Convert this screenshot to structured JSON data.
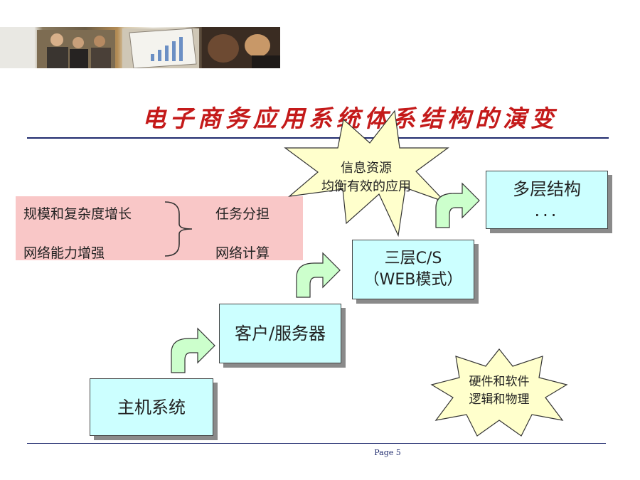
{
  "slide": {
    "title": "电子商务应用系统体系结构的演变",
    "page_label": "Page 5"
  },
  "factors": {
    "left": [
      "规模和复杂度增长",
      "网络能力增强"
    ],
    "right": [
      "任务分担",
      "网络计算"
    ]
  },
  "stages": {
    "mainframe": "主机系统",
    "client_server": "客户/服务器",
    "three_tier_line1": "三层C/S",
    "three_tier_line2": "（WEB模式）",
    "multi_tier_line1": "多层结构",
    "multi_tier_line2": "..."
  },
  "callouts": {
    "info_line1": "信息资源",
    "info_line2": "均衡有效的应用",
    "logic_line1": "硬件和软件",
    "logic_line2": "逻辑和物理"
  },
  "colors": {
    "title": "#c41a1a",
    "rule": "#1f2b6e",
    "stage_fill": "#ccffff",
    "arrow_fill": "#ccffcc",
    "burst_fill": "#ffffcc",
    "panel_fill": "#f9c7c7"
  }
}
